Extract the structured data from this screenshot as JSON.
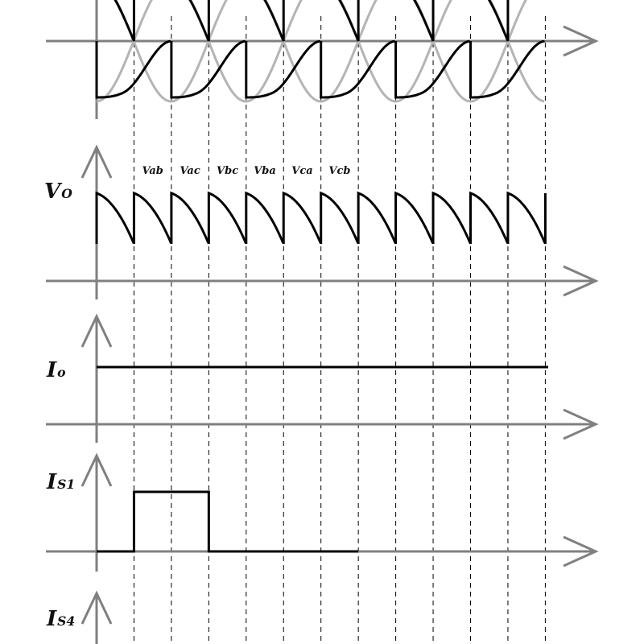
{
  "colors": {
    "axis": "#808080",
    "waveform": "#000000",
    "phase_gray": "#b4b4b4",
    "dash": "#000000"
  },
  "chart_data": {
    "type": "line",
    "title": "",
    "segments_labels": [
      "Vab",
      "Vac",
      "Vbc",
      "Vba",
      "Vca",
      "Vcb"
    ],
    "panels": [
      {
        "name": "line-voltages",
        "label": ""
      },
      {
        "name": "output-voltage",
        "label_main": "V",
        "label_sub": "O"
      },
      {
        "name": "output-current",
        "label_main": "I",
        "label_sub": "o"
      },
      {
        "name": "switch-current-s1",
        "label_main": "I",
        "label_sub": "S1",
        "on_intervals": [
          [
            1,
            3
          ]
        ],
        "trace_end": 7
      },
      {
        "name": "switch-current-s4",
        "label_main": "I",
        "label_sub": "S4"
      }
    ],
    "intervals": 12
  }
}
